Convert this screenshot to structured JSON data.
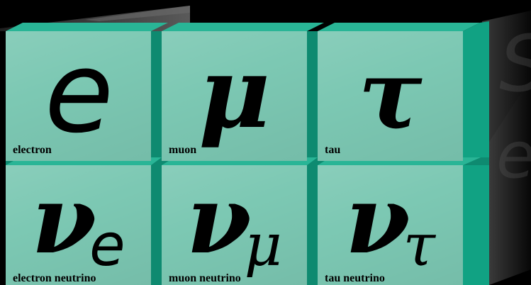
{
  "colors": {
    "background": "#000000",
    "cube_face": "#7cc8b3",
    "cube_side": "#11a283",
    "cube_top": "#29b596",
    "text": "#000000"
  },
  "particles": [
    {
      "symbol": "e",
      "subscript": "",
      "label": "electron"
    },
    {
      "symbol": "μ",
      "subscript": "",
      "label": "muon"
    },
    {
      "symbol": "τ",
      "subscript": "",
      "label": "tau"
    },
    {
      "symbol": "ν",
      "subscript": "e",
      "label": "electron neutrino"
    },
    {
      "symbol": "ν",
      "subscript": "μ",
      "label": "muon neutrino"
    },
    {
      "symbol": "ν",
      "subscript": "τ",
      "label": "tau neutrino"
    }
  ]
}
